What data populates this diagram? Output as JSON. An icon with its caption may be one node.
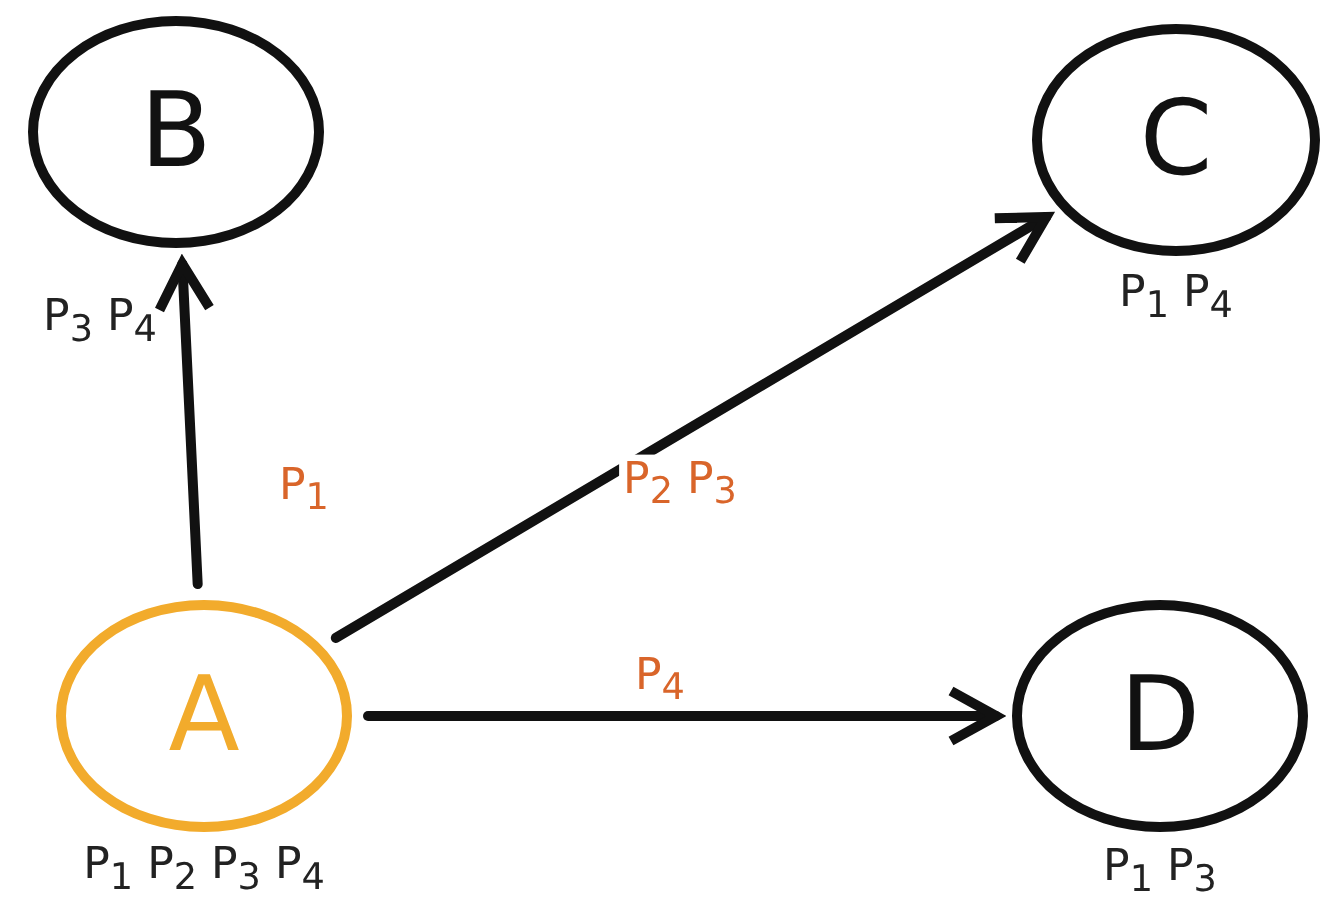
{
  "diagram": {
    "nodes": [
      {
        "text": [
          "B"
        ],
        "beside": [
          "P$_{3}$ P$_{4}$"
        ]
      },
      {
        "text": [
          "C"
        ],
        "beside": [
          "P$_{1}$ P$_{4}$"
        ]
      },
      {
        "text": [
          "A"
        ],
        "beside": [
          "P$_{1}$ P$_{2}$ P$_{3}$ P$_{4}$"
        ]
      },
      {
        "text": [
          "D"
        ],
        "beside": [
          "P$_{1}$ P$_{3}$"
        ]
      }
    ],
    "edges": [
      {
        "from": 2,
        "to": 0,
        "arrow": "to",
        "label": "P$_{1}$"
      },
      {
        "from": 2,
        "to": 1,
        "arrow": "to",
        "label": "P$_{2}$ P$_{3}$"
      },
      {
        "from": 2,
        "to": 3,
        "arrow": "to",
        "label": "P$_{4}$"
      }
    ]
  }
}
